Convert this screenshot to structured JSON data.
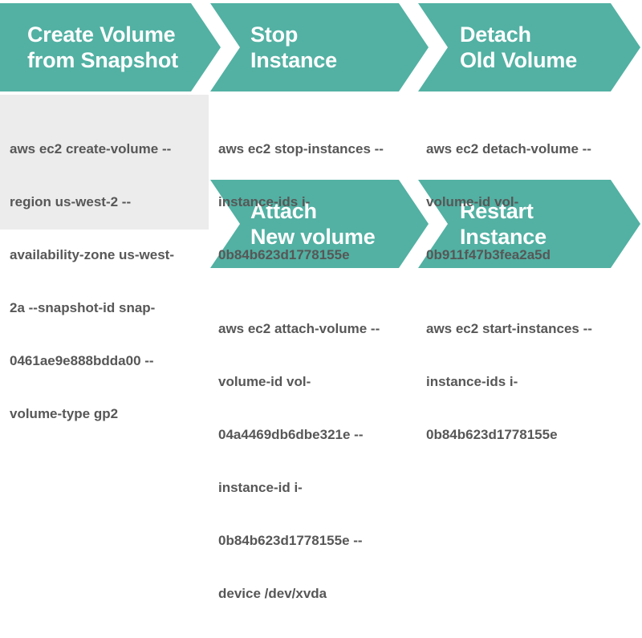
{
  "colors": {
    "chevron": "#52b1a3",
    "panel": "#ececec",
    "command_text": "#575757",
    "label_text": "#ffffff"
  },
  "steps": [
    {
      "title_lines": [
        "Create Volume",
        "from Snapshot"
      ],
      "command_lines": [
        "aws ec2 create-volume --",
        "region us-west-2 --",
        "availability-zone us-west-",
        "2a --snapshot-id snap-",
        "0461ae9e888bdda00 --",
        "volume-type gp2"
      ]
    },
    {
      "title_lines": [
        "Stop",
        "Instance"
      ],
      "command_lines": [
        "aws ec2 stop-instances --",
        "instance-ids i-",
        "0b84b623d1778155e"
      ]
    },
    {
      "title_lines": [
        "Detach",
        "Old Volume"
      ],
      "command_lines": [
        "aws ec2 detach-volume --",
        "volume-id vol-",
        "0b911f47b3fea2a5d"
      ]
    },
    {
      "title_lines": [
        "Attach",
        "New volume"
      ],
      "command_lines": [
        "aws ec2 attach-volume --",
        "volume-id vol-",
        "04a4469db6dbe321e --",
        "instance-id i-",
        "0b84b623d1778155e --",
        "device /dev/xvda"
      ]
    },
    {
      "title_lines": [
        "Restart",
        "Instance"
      ],
      "command_lines": [
        "aws ec2 start-instances --",
        "instance-ids i-",
        "0b84b623d1778155e"
      ]
    }
  ]
}
